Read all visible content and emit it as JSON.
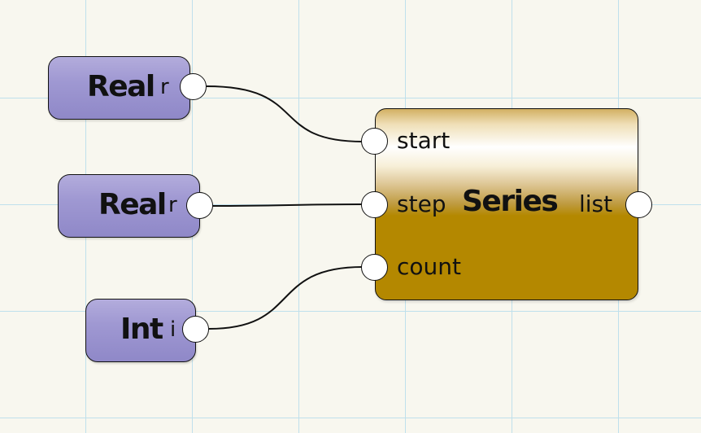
{
  "inputs": [
    {
      "name": "Real",
      "type_suffix": "r"
    },
    {
      "name": "Real",
      "type_suffix": "r"
    },
    {
      "name": "Int",
      "type_suffix": "i"
    }
  ],
  "series_node": {
    "title": "Series",
    "in_ports": [
      "start",
      "step",
      "count"
    ],
    "out_port": "list",
    "colors": {
      "body": "#b48800",
      "highlight": "#ffffff"
    }
  },
  "param_node_color": "#9f98d2",
  "grid_color": "#bfe0ec",
  "background_color": "#f8f7ef"
}
